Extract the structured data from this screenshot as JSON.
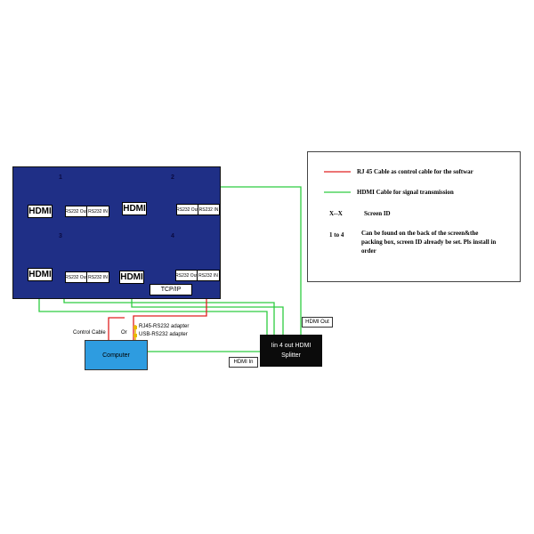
{
  "wall": {
    "screens": [
      {
        "id": "1",
        "hdmi": "HDMI",
        "rs_out": "RS232 Out",
        "rs_in": "RS232 IN"
      },
      {
        "id": "2",
        "hdmi": "HDMI",
        "rs_out": "RS232 Out",
        "rs_in": "RS232 IN"
      },
      {
        "id": "3",
        "hdmi": "HDMI",
        "rs_out": "RS232 Out",
        "rs_in": "RS232 IN"
      },
      {
        "id": "4",
        "hdmi": "HDMI",
        "rs_out": "RS232 Out",
        "rs_in": "RS232 IN"
      }
    ],
    "tcp_label": "TCP/IP"
  },
  "legend": {
    "red_label": "RJ 45 Cable as control cable for the softwar",
    "green_label": "HDMI Cable for signal transmission",
    "xx_symbol": "X--X",
    "xx_text": "Screen ID",
    "range_symbol": "1 to 4",
    "range_text": "Can be found on the back of the screen&the packing box, screen ID already be set. Pls install in order",
    "colors": {
      "red": "#e02020",
      "green": "#2ecc40"
    }
  },
  "bottom": {
    "control_cable": "Control Cable",
    "or": "Or",
    "adapter_rj45": "RJ45-RS232 adapter",
    "adapter_usb": "USB-RS232 adapter",
    "computer": "Computer",
    "splitter_line1": "Iin 4 out HDMI",
    "splitter_line2": "Splitter",
    "hdmi_out": "HDMI Out",
    "hdmi_in": "HDMI In"
  }
}
